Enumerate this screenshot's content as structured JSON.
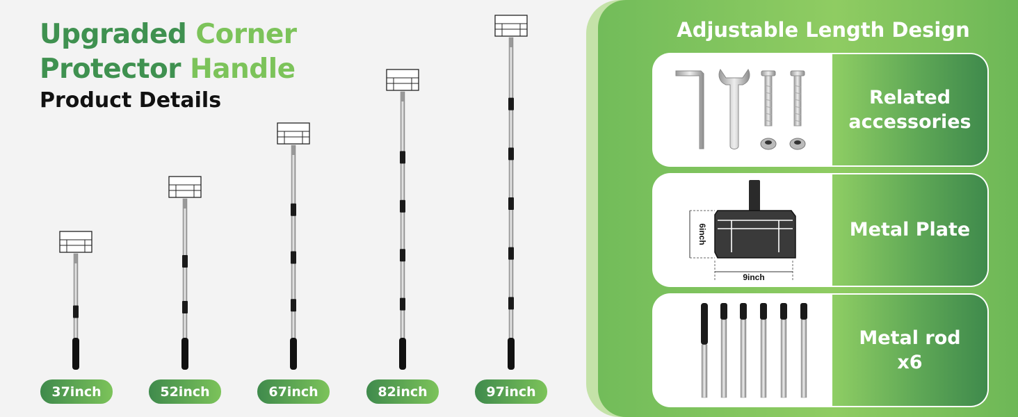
{
  "title": {
    "line1_a": "Upgraded",
    "line1_b": "Corner",
    "line2_a": "Protector",
    "line2_b": "Handle"
  },
  "subtitle": "Product Details",
  "lengths": [
    "37inch",
    "52inch",
    "67inch",
    "82inch",
    "97inch"
  ],
  "panel": {
    "title": "Adjustable Length  Design",
    "cards": [
      {
        "label_line1": "Related",
        "label_line2": "accessories"
      },
      {
        "label_line1": "Metal Plate",
        "label_line2": "",
        "dim_height": "6inch",
        "dim_width": "9inch"
      },
      {
        "label_line1": "Metal rod",
        "label_line2": "x6"
      }
    ]
  },
  "colors": {
    "dark_green": "#3f9150",
    "light_green": "#7cc35a",
    "panel_green": "#8fcc62",
    "background": "#f3f3f3"
  },
  "icons": [
    "hex-key-icon",
    "wrench-icon",
    "bolt-icon",
    "nut-icon",
    "metal-plate-icon",
    "metal-rod-icon",
    "extension-pole-icon"
  ]
}
